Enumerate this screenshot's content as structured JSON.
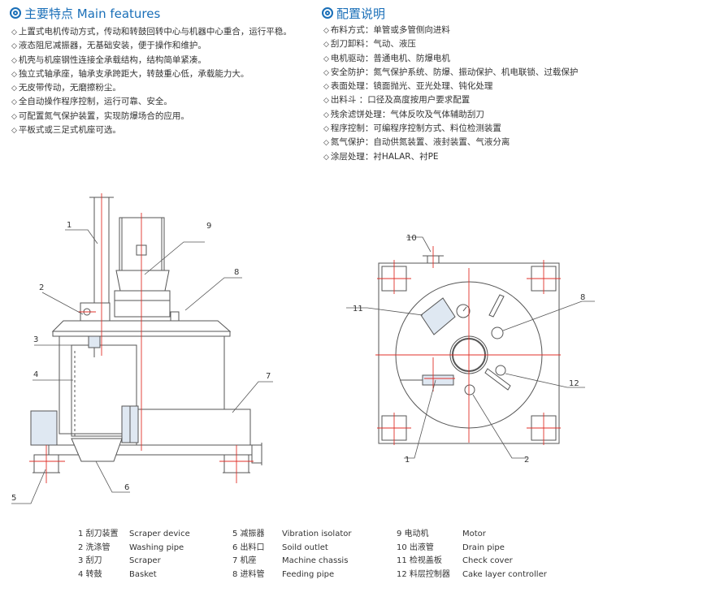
{
  "features": {
    "title": "主要特点 Main features",
    "items": [
      "上置式电机传动方式，传动和转鼓回转中心与机器中心重合，运行平稳。",
      "液态阻尼减振器，无基础安装，便于操作和维护。",
      "机壳与机座钢性连接全承载结构，结构简单紧凑。",
      "独立式轴承座，轴承支承跨距大，转鼓重心低，承载能力大。",
      "无皮带传动，无磨擦粉尘。",
      "全自动操作程序控制，运行可靠、安全。",
      "可配置氮气保护装置，实现防爆场合的应用。",
      "平板式或三足式机座可选。"
    ]
  },
  "config": {
    "title": "配置说明",
    "items": [
      "布料方式：单管或多管侧向进料",
      "刮刀卸料：气动、液压",
      "电机驱动：普通电机、防爆电机",
      "安全防护：氮气保护系统、防爆、振动保护、机电联锁、过载保护",
      "表面处理：镜面抛光、亚光处理、钝化处理",
      "出料斗 ：口径及高度按用户要求配置",
      "残余滤饼处理：气体反吹及气体辅助刮刀",
      "程序控制：可编程序控制方式、料位检测装置",
      "氮气保护：自动供氮装置、液封装置、气液分离",
      "涂层处理：衬HALAR、衬PE"
    ]
  },
  "callouts": {
    "side": [
      "1",
      "2",
      "3",
      "4",
      "5",
      "6",
      "7",
      "8",
      "9"
    ],
    "top": [
      "10",
      "11",
      "8",
      "12",
      "1",
      "2"
    ]
  },
  "legend": [
    [
      {
        "cn": "1 刮刀装置",
        "en": "Scraper device"
      },
      {
        "cn": "5 减振器",
        "en": "Vibration isolator"
      },
      {
        "cn": "9 电动机",
        "en": "Motor"
      }
    ],
    [
      {
        "cn": "2 洗涤管",
        "en": "Washing pipe"
      },
      {
        "cn": "6 出料口",
        "en": "Soild outlet"
      },
      {
        "cn": "10 出液管",
        "en": "Drain pipe"
      }
    ],
    [
      {
        "cn": "3 刮刀",
        "en": "Scraper"
      },
      {
        "cn": "7 机座",
        "en": "Machine chassis"
      },
      {
        "cn": "11 检视盖板",
        "en": "Check cover"
      }
    ],
    [
      {
        "cn": "4 转鼓",
        "en": "Basket"
      },
      {
        "cn": "8 进料管",
        "en": "Feeding pipe"
      },
      {
        "cn": "12 料层控制器",
        "en": "Cake layer controller"
      }
    ]
  ],
  "colors": {
    "heading": "#1a6fb8",
    "line": "#555555",
    "centerline": "#e0302a",
    "fill": "#dfe8f2"
  }
}
